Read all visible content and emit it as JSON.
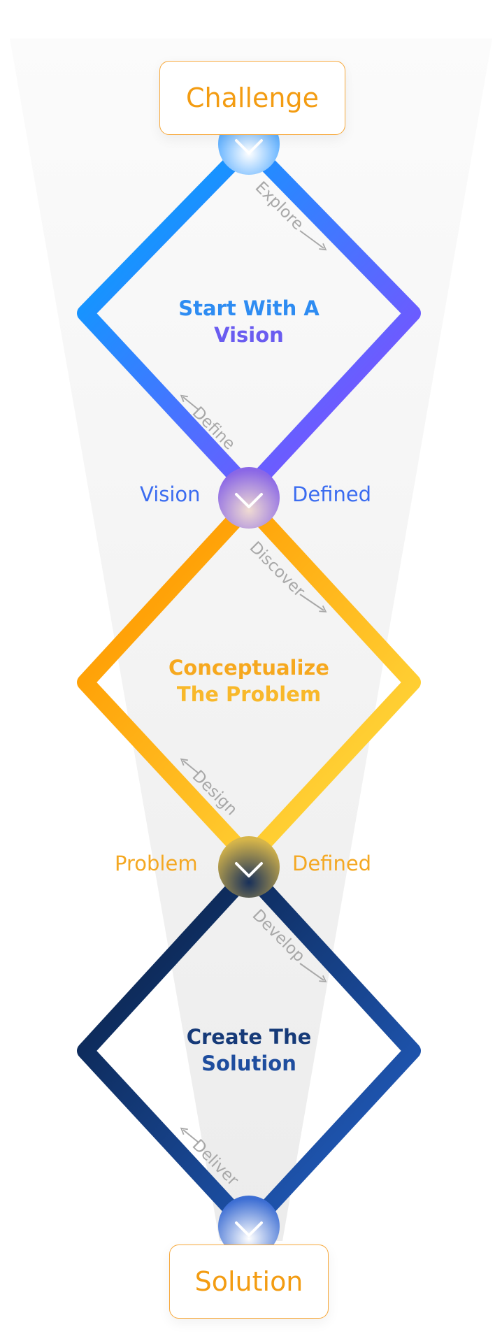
{
  "top_box": {
    "label": "Challenge"
  },
  "bottom_box": {
    "label": "Solution"
  },
  "diamonds": [
    {
      "title_line1": "Start With A",
      "title_line2": "Vision",
      "outward_step": "Explore",
      "inward_step": "Define",
      "colors": {
        "from": "#0a9cff",
        "to": "#7a52ff",
        "title1": "#2e8cf2",
        "title2": "#6a5cf0"
      }
    },
    {
      "title_line1": "Conceptualize",
      "title_line2": "The Problem",
      "outward_step": "Discover",
      "inward_step": "Design",
      "colors": {
        "from": "#ff9a00",
        "to": "#ffd63a",
        "title1": "#f6a81e",
        "title2": "#f8b82a"
      }
    },
    {
      "title_line1": "Create The",
      "title_line2": "Solution",
      "outward_step": "Develop",
      "inward_step": "Deliver",
      "colors": {
        "from": "#0b254f",
        "to": "#2059b8",
        "title1": "#163a78",
        "title2": "#1e4d9e"
      }
    }
  ],
  "milestones": [
    {
      "left": "Vision",
      "right": "Defined",
      "color": "#3b6cf0"
    },
    {
      "left": "Problem",
      "right": "Defined",
      "color": "#f4a823"
    }
  ],
  "icons": {
    "connector": "chevron-down-icon",
    "arrow": "arrow-icon"
  },
  "accent": "#f39c12"
}
